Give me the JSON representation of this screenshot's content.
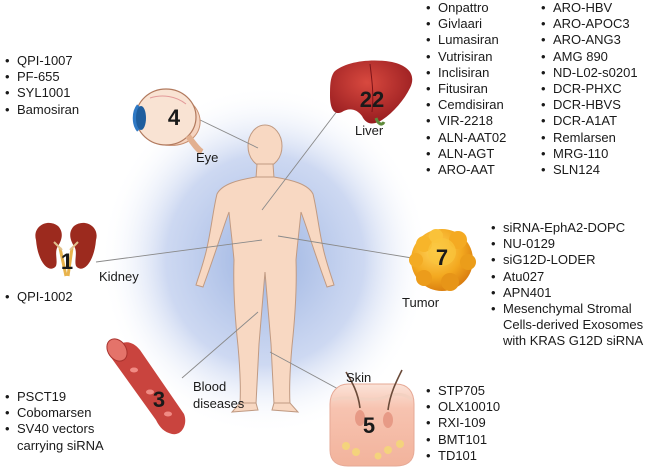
{
  "counts": {
    "eye": "4",
    "liver": "22",
    "kidney": "1",
    "tumor": "7",
    "blood": "3",
    "skin": "5"
  },
  "labels": {
    "eye": "Eye",
    "liver": "Liver",
    "kidney": "Kidney",
    "tumor": "Tumor",
    "blood_line1": "Blood",
    "blood_line2": "diseases",
    "skin": "Skin"
  },
  "eye_drugs": [
    "QPI-1007",
    "PF-655",
    "SYL1001",
    "Bamosiran"
  ],
  "liver_drugs_col1": [
    "Onpattro",
    "Givlaari",
    "Lumasiran",
    "Vutrisiran",
    "Inclisiran",
    "Fitusiran",
    "Cemdisiran",
    "VIR-2218",
    "ALN-AAT02",
    "ALN-AGT",
    "ARO-AAT"
  ],
  "liver_drugs_col2": [
    "ARO-HBV",
    "ARO-APOC3",
    "ARO-ANG3",
    "AMG 890",
    "ND-L02-s0201",
    "DCR-PHXC",
    "DCR-HBVS",
    "DCR-A1AT",
    "Remlarsen",
    "MRG-110",
    "SLN124"
  ],
  "kidney_drugs": [
    "QPI-1002"
  ],
  "tumor_drugs": [
    "siRNA-EphA2-DOPC",
    "NU-0129",
    "siG12D-LODER",
    "Atu027",
    "APN401"
  ],
  "tumor_drug_multiline": [
    "Mesenchymal Stromal",
    "Cells-derived Exosomes",
    "with KRAS G12D siRNA"
  ],
  "blood_drugs": [
    "PSCT19",
    "Cobomarsen"
  ],
  "blood_drug_multiline": [
    "SV40 vectors",
    "carrying siRNA"
  ],
  "skin_drugs": [
    "STP705",
    "OLX10010",
    "RXI-109",
    "BMT101",
    "TD101"
  ],
  "colors": {
    "body_fill": "#f8d8c2",
    "body_outline": "#c09a82",
    "halo": "#b9c8ea",
    "liver": "#a81d22",
    "kidney": "#9c2a1e",
    "tumor": "#f0a21c",
    "blood_vessel": "#c9443e",
    "skin": "#f7c9b8",
    "eye_iris": "#2f79c4"
  }
}
